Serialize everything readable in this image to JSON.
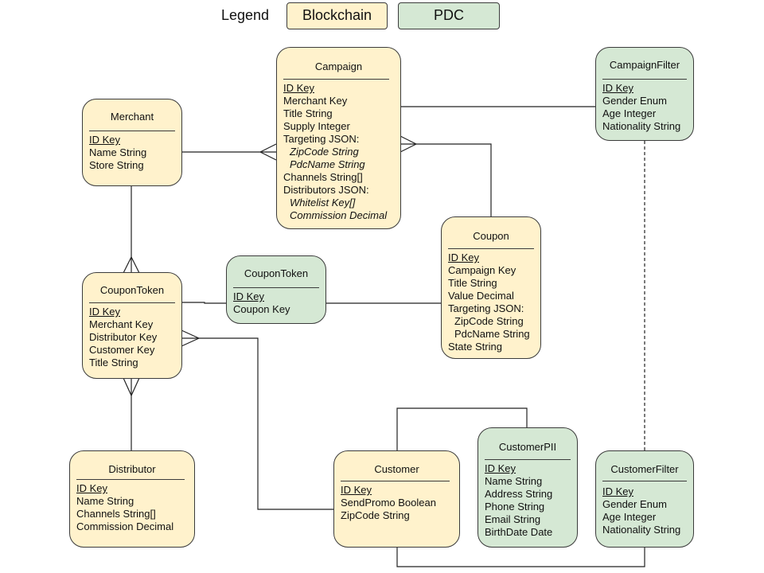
{
  "legend": {
    "label": "Legend",
    "blockchain": "Blockchain",
    "pdc": "PDC"
  },
  "colors": {
    "blockchain": "#fff2cc",
    "pdc": "#d5e8d4",
    "stroke": "#3b3b3b"
  },
  "entities": {
    "campaign": {
      "title": "Campaign",
      "attrs": [
        "ID Key",
        "Merchant Key",
        "Title String",
        "Supply Integer",
        "Targeting JSON:",
        "ZipCode String",
        "PdcName String",
        "Channels String[]",
        "Distributors JSON:",
        "Whitelist Key[]",
        "Commission Decimal"
      ]
    },
    "merchant": {
      "title": "Merchant",
      "attrs": [
        "ID Key",
        "Name String",
        "Store String"
      ]
    },
    "campaign_filter": {
      "title": "CampaignFilter",
      "attrs": [
        "ID Key",
        "Gender Enum",
        "Age Integer",
        "Nationality String"
      ]
    },
    "coupon": {
      "title": "Coupon",
      "attrs": [
        "ID Key",
        "Campaign Key",
        "Title String",
        "Value Decimal",
        "Targeting JSON:",
        "ZipCode String",
        "PdcName String",
        "State String"
      ]
    },
    "coupon_token": {
      "title": "CouponToken",
      "attrs": [
        "ID Key",
        "Merchant Key",
        "Distributor Key",
        "Customer Key",
        "Title String"
      ]
    },
    "coupon_token_pdc": {
      "title": "CouponToken",
      "attrs": [
        "ID Key",
        "Coupon Key"
      ]
    },
    "distributor": {
      "title": "Distributor",
      "attrs": [
        "ID Key",
        "Name String",
        "Channels String[]",
        "Commission Decimal"
      ]
    },
    "customer": {
      "title": "Customer",
      "attrs": [
        "ID Key",
        "SendPromo Boolean",
        "ZipCode String"
      ]
    },
    "customer_pii": {
      "title": "CustomerPII",
      "attrs": [
        "ID Key",
        "Name String",
        "Address String",
        "Phone String",
        "Email String",
        "BirthDate Date"
      ]
    },
    "customer_filter": {
      "title": "CustomerFilter",
      "attrs": [
        "ID Key",
        "Gender Enum",
        "Age Integer",
        "Nationality String"
      ]
    }
  }
}
